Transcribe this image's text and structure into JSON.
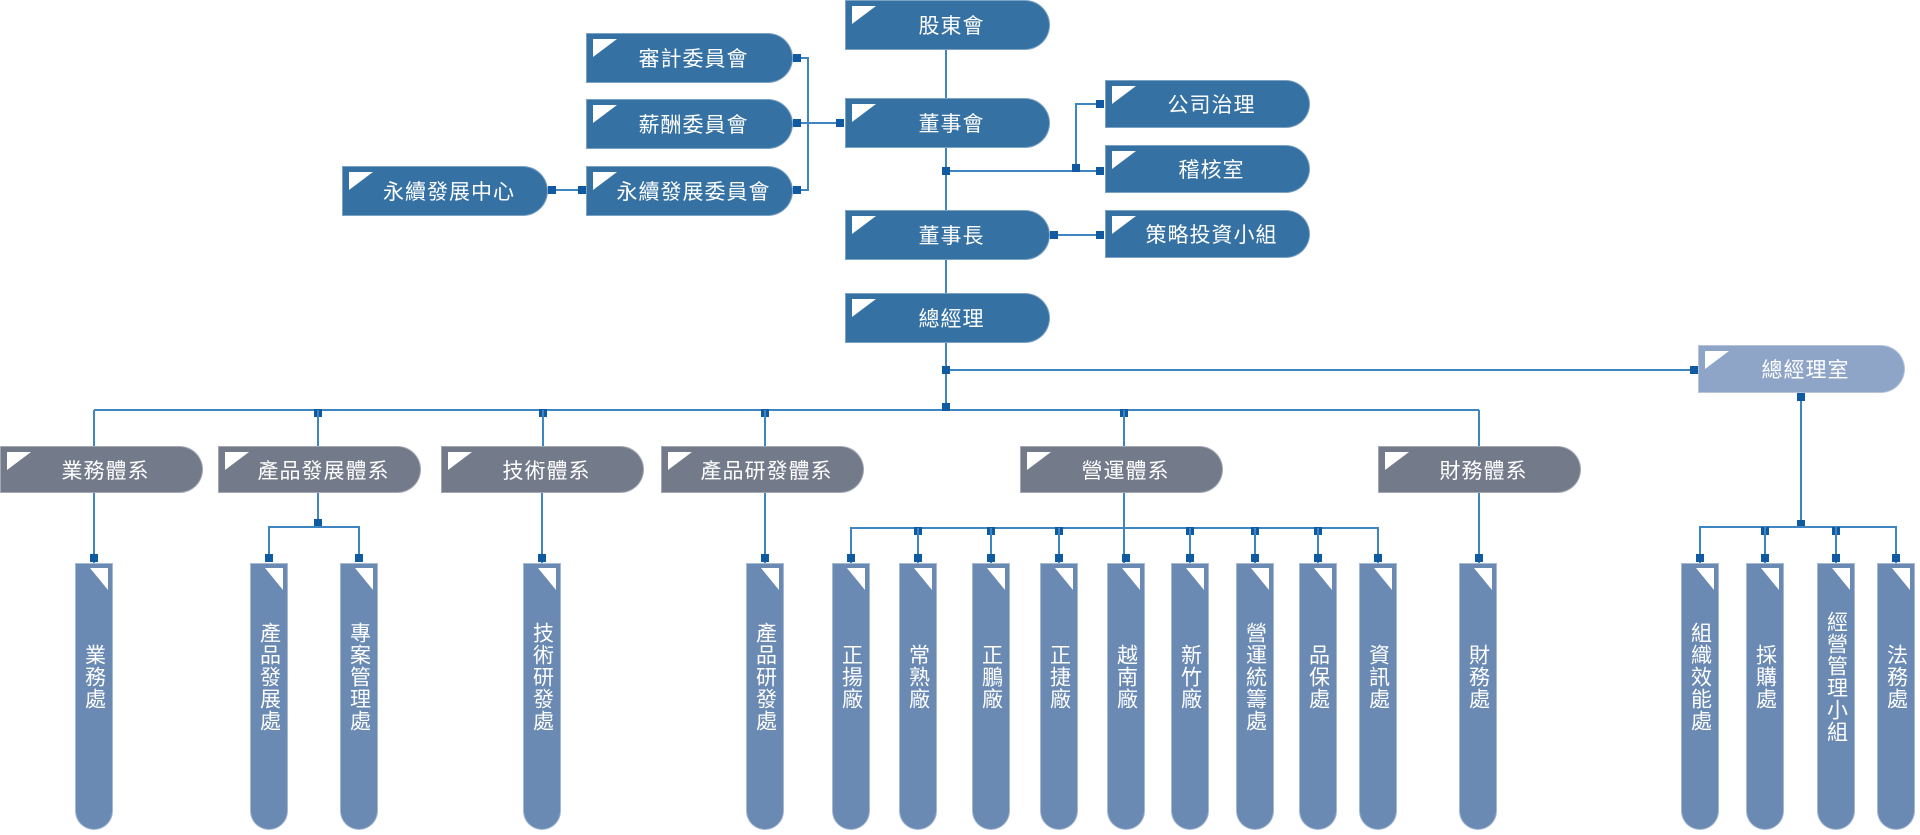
{
  "colors": {
    "top_level": "#3571a3",
    "system": "#737a8a",
    "office": "#8fa5c8",
    "department": "#6a8ab3",
    "connector": "#3e86c2",
    "junction": "#0f5aa0"
  },
  "governance": {
    "shareholders": "股東會",
    "board": "董事會",
    "chairman": "董事長",
    "president": "總經理",
    "president_office": "總經理室"
  },
  "committees": [
    {
      "label": "審計委員會"
    },
    {
      "label": "薪酬委員會"
    },
    {
      "label": "永續發展委員會"
    }
  ],
  "sustainability_center": "永續發展中心",
  "board_units": [
    {
      "label": "公司治理"
    },
    {
      "label": "稽核室"
    }
  ],
  "chairman_units": [
    {
      "label": "策略投資小組"
    }
  ],
  "systems": [
    {
      "label": "業務體系",
      "departments": [
        {
          "label": "業務處"
        }
      ]
    },
    {
      "label": "產品發展體系",
      "departments": [
        {
          "label": "產品發展處"
        },
        {
          "label": "專案管理處"
        }
      ]
    },
    {
      "label": "技術體系",
      "departments": [
        {
          "label": "技術研發處"
        }
      ]
    },
    {
      "label": "產品研發體系",
      "departments": [
        {
          "label": "產品研發處"
        }
      ]
    },
    {
      "label": "營運體系",
      "departments": [
        {
          "label": "正揚廠"
        },
        {
          "label": "常熟廠"
        },
        {
          "label": "正鵬廠"
        },
        {
          "label": "正捷廠"
        },
        {
          "label": "越南廠"
        },
        {
          "label": "新竹廠"
        },
        {
          "label": "營運統籌處"
        },
        {
          "label": "品保處"
        },
        {
          "label": "資訊處"
        }
      ]
    },
    {
      "label": "財務體系",
      "departments": [
        {
          "label": "財務處"
        }
      ]
    }
  ],
  "president_office_departments": [
    {
      "label": "組織效能處"
    },
    {
      "label": "採購處"
    },
    {
      "label": "經營管理小組"
    },
    {
      "label": "法務處"
    }
  ]
}
